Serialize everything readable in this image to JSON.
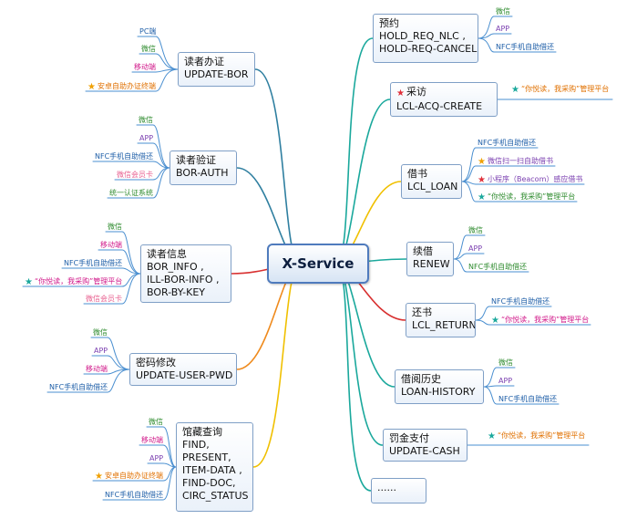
{
  "colors": {
    "blue": "#1f5fa8",
    "green": "#2e8b2e",
    "purple": "#7a3fb0",
    "magenta": "#d1198a",
    "orange": "#e07000",
    "pink": "#e86090",
    "teal": "#1aa89c",
    "gold": "#f0a000",
    "red": "#e0303a"
  },
  "center": {
    "label": "X-Service"
  },
  "branches": {
    "reader_cert": {
      "lines": [
        "读者办证",
        "UPDATE-BOR"
      ],
      "leaves": [
        "PC端",
        "微信",
        "移动端",
        "安卓自助办证终端"
      ]
    },
    "reader_verify": {
      "lines": [
        "读者验证",
        "BOR-AUTH"
      ],
      "leaves": [
        "微信",
        "APP",
        "NFC手机自助借还",
        "微信会员卡",
        "统一认证系统"
      ]
    },
    "reader_info": {
      "lines": [
        "读者信息",
        "BOR_INFO ,",
        "ILL-BOR-INFO ,",
        "BOR-BY-KEY"
      ],
      "leaves": [
        "微信",
        "移动端",
        "NFC手机自助借还",
        "“你悦读，我采购”管理平台",
        "微信会员卡"
      ]
    },
    "password": {
      "lines": [
        "密码修改",
        "UPDATE-USER-PWD"
      ],
      "leaves": [
        "微信",
        "APP",
        "移动端",
        "NFC手机自助借还"
      ]
    },
    "holdings": {
      "lines": [
        "馆藏查询",
        "FIND,",
        "PRESENT,",
        "ITEM-DATA ,",
        "FIND-DOC,",
        "CIRC_STATUS"
      ],
      "leaves": [
        "微信",
        "移动端",
        "APP",
        "安卓自助办证终端",
        "NFC手机自助借还"
      ]
    },
    "reserve": {
      "lines": [
        "预约",
        "HOLD_REQ_NLC ,",
        "HOLD-REQ-CANCEL"
      ],
      "leaves": [
        "微信",
        "APP",
        "NFC手机自助借还"
      ]
    },
    "acquisition": {
      "lines": [
        "采访",
        "LCL-ACQ-CREATE"
      ],
      "leaves": [
        "“你悦读，我采购”管理平台"
      ]
    },
    "loan": {
      "lines": [
        "借书",
        "LCL_LOAN"
      ],
      "leaves": [
        "NFC手机自助借还",
        "微信扫一扫自助借书",
        "小程序（Beacom）感应借书",
        "“你悦读，我采购”管理平台"
      ]
    },
    "renew": {
      "lines": [
        "续借",
        "RENEW"
      ],
      "leaves": [
        "微信",
        "APP",
        "NFC手机自助借还"
      ]
    },
    "return": {
      "lines": [
        "还书",
        "LCL_RETURN"
      ],
      "leaves": [
        "NFC手机自助借还",
        "“你悦读，我采购”管理平台"
      ]
    },
    "history": {
      "lines": [
        "借阅历史",
        "LOAN-HISTORY"
      ],
      "leaves": [
        "微信",
        "APP",
        "NFC手机自助借还"
      ]
    },
    "fine": {
      "lines": [
        "罚金支付",
        "UPDATE-CASH"
      ],
      "leaves": [
        "“你悦读，我采购”管理平台"
      ]
    },
    "more": {
      "lines": [
        "......"
      ],
      "leaves": []
    }
  }
}
